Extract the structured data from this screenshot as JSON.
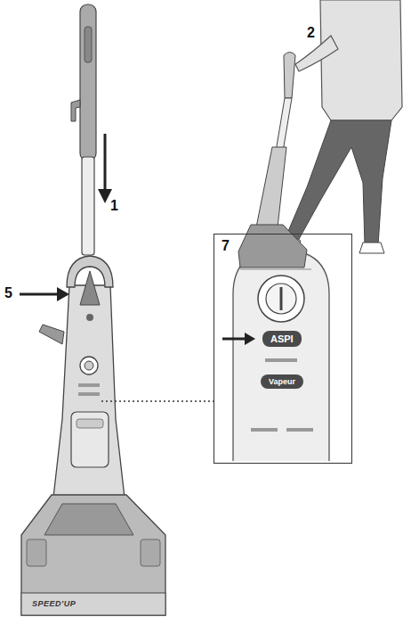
{
  "diagram": {
    "nodes": [
      {
        "text": [
          "7"
        ]
      },
      {
        "text": [
          "ASPI"
        ],
        "in": 0
      },
      {
        "text": [
          "Vapeur"
        ],
        "in": 0
      }
    ],
    "labels": [
      "1",
      "2",
      "5",
      "SPEED'UP"
    ]
  }
}
